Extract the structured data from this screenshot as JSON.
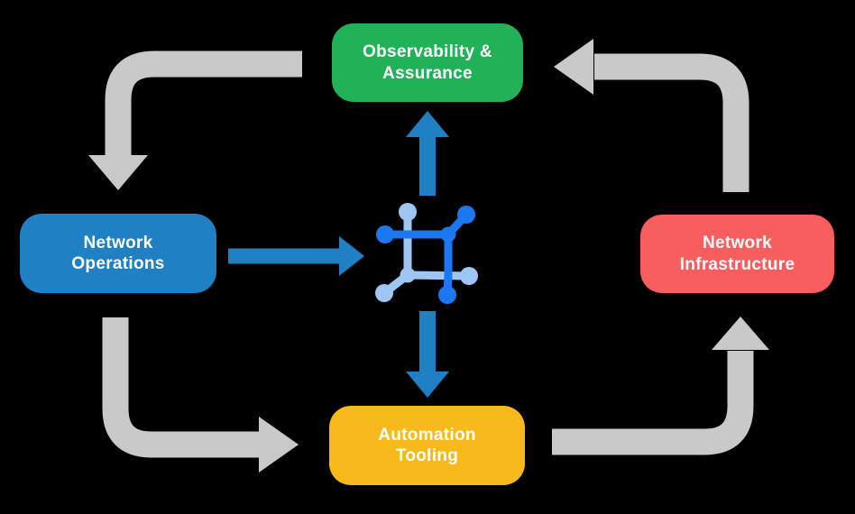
{
  "diagram": {
    "background": "#000000",
    "colors": {
      "node_green": "#21B257",
      "node_blue": "#1F81C4",
      "node_red": "#F85E5E",
      "node_yellow": "#F8BA1A",
      "node_text": "#FFFFFF",
      "arrow_gray": "#C9C9C9",
      "arrow_blue": "#1F81C4",
      "icon_dark": "#1C78F0",
      "icon_light": "#9EC6F3"
    },
    "nodes": {
      "observability": {
        "label": "Observability &\nAssurance",
        "color": "#21B257"
      },
      "operations": {
        "label": "Network\nOperations",
        "color": "#1F81C4"
      },
      "infrastructure": {
        "label": "Network\nInfrastructure",
        "color": "#F85E5E"
      },
      "automation": {
        "label": "Automation\nTooling",
        "color": "#F8BA1A"
      }
    },
    "center_icon": "network-automation-icon",
    "flows": [
      {
        "from": "Observability & Assurance",
        "to": "Network Operations",
        "style": "gray-elbow"
      },
      {
        "from": "Network Operations",
        "to": "Automation Tooling",
        "style": "gray-elbow"
      },
      {
        "from": "Automation Tooling",
        "to": "Network Infrastructure",
        "style": "gray-elbow"
      },
      {
        "from": "Network Infrastructure",
        "to": "Observability & Assurance",
        "style": "gray-elbow"
      },
      {
        "from": "Network Operations",
        "to": "center-icon",
        "style": "blue-straight"
      },
      {
        "from": "center-icon",
        "to": "Observability & Assurance",
        "style": "blue-straight"
      },
      {
        "from": "center-icon",
        "to": "Automation Tooling",
        "style": "blue-straight"
      }
    ]
  }
}
